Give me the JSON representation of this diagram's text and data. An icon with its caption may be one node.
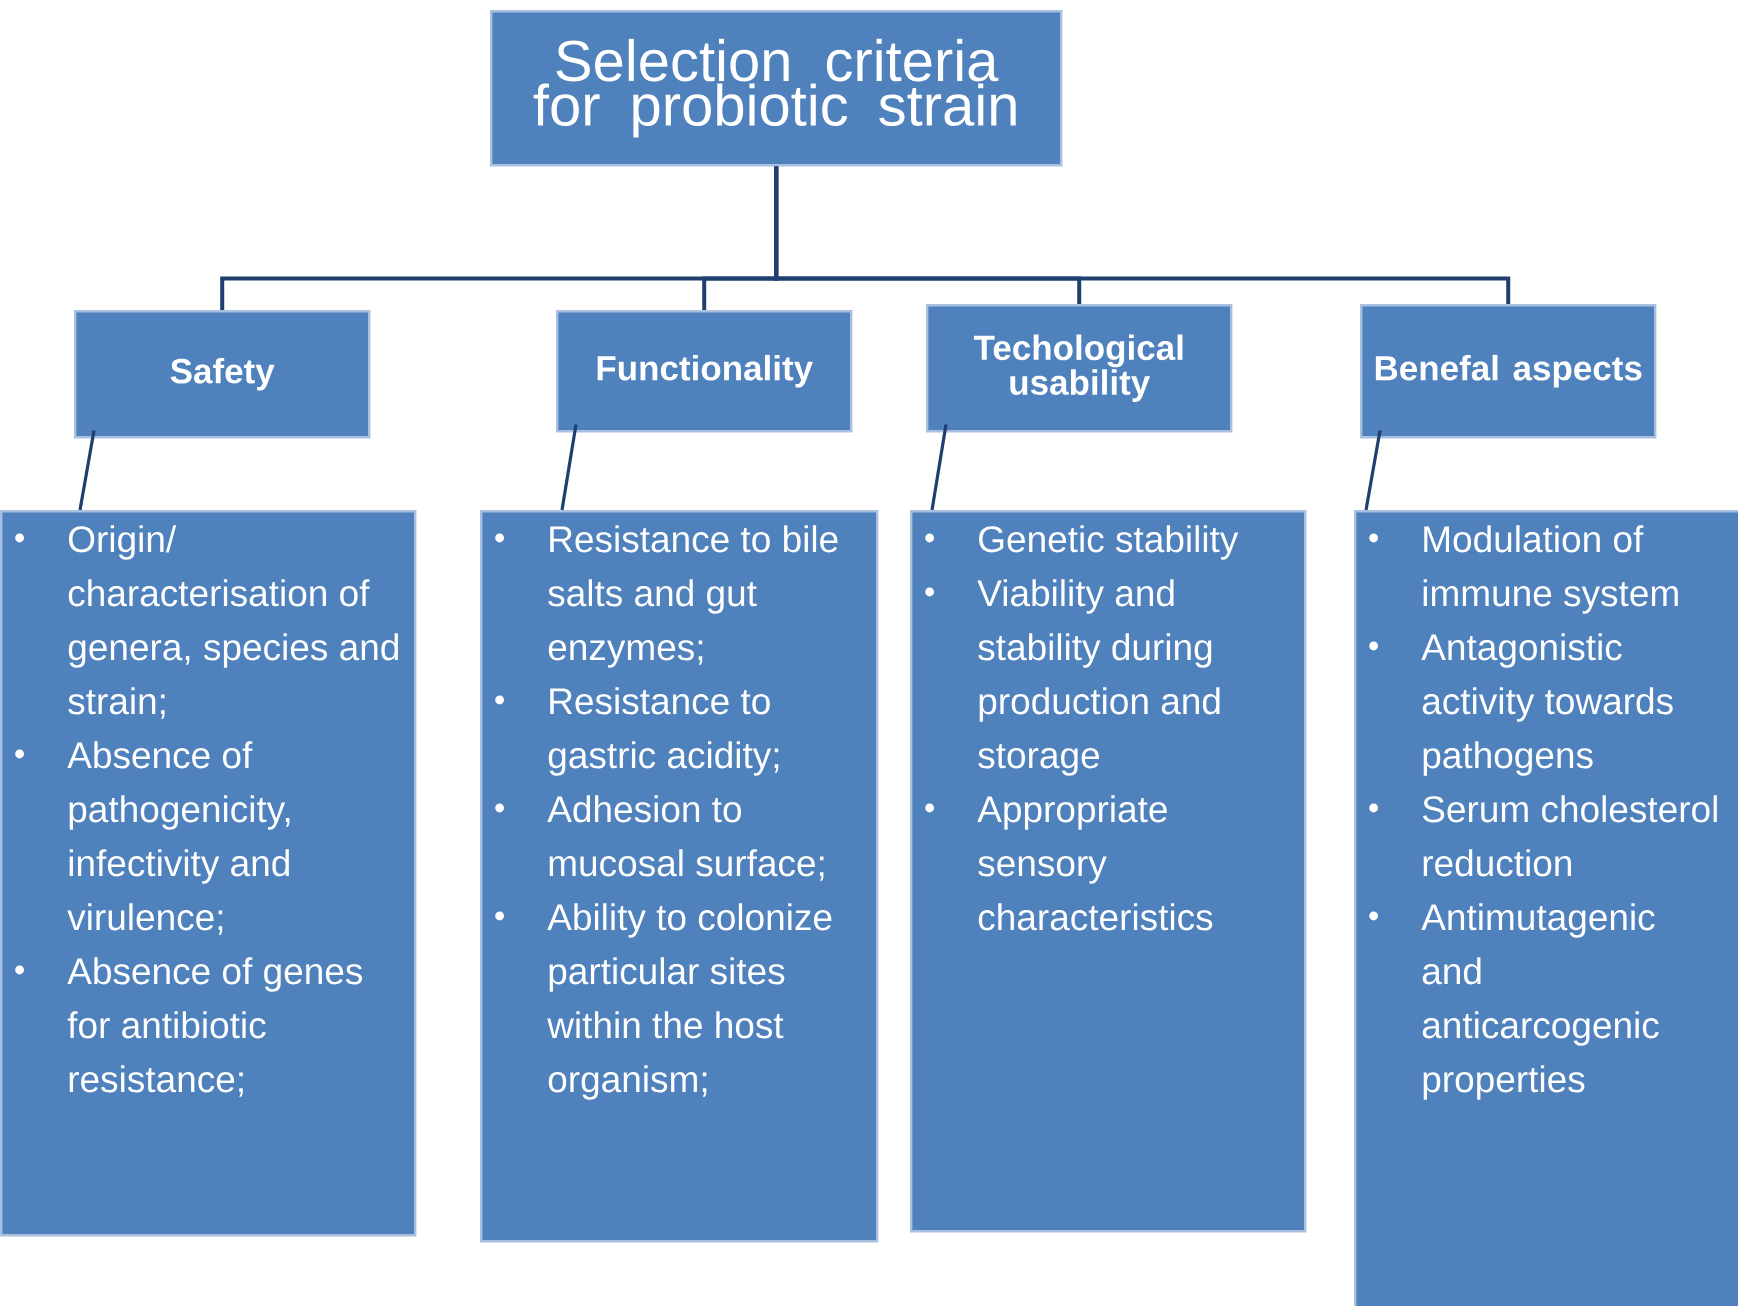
{
  "diagram": {
    "nodes": [
      {
        "text": [
          "Selection criteria for probiotic strain"
        ]
      },
      {
        "text": [
          "Safety"
        ]
      },
      {
        "text": [
          "Functionality"
        ]
      },
      {
        "text": [
          "Techological usability"
        ]
      },
      {
        "text": [
          "Benefal aspects"
        ]
      },
      {
        "text": [
          "Origin/ characterisation of genera, species and strain;",
          "Absence of pathogenicity, infectivity and virulence;",
          "Absence of genes for antibiotic resistance;"
        ]
      },
      {
        "text": [
          "Resistance to bile salts and gut enzymes;",
          "Resistance to gastric acidity;",
          "Adhesion to mucosal surface;",
          "Ability to colonize particular sites within the host organism;"
        ]
      },
      {
        "text": [
          "Genetic stability",
          "Viability and stability during production and storage",
          "Appropriate sensory characteristics"
        ]
      },
      {
        "text": [
          "Modulation of immune system",
          "Antagonistic activity towards pathogens",
          "Serum cholesterol reduction",
          "Antimutagenic and anticarcogenic properties"
        ]
      }
    ],
    "edges": [
      {
        "from": 0,
        "to": 1,
        "arrow": "none"
      },
      {
        "from": 0,
        "to": 2,
        "arrow": "none"
      },
      {
        "from": 0,
        "to": 3,
        "arrow": "none"
      },
      {
        "from": 0,
        "to": 4,
        "arrow": "none"
      },
      {
        "from": 1,
        "to": 5,
        "arrow": "none"
      },
      {
        "from": 2,
        "to": 6,
        "arrow": "none"
      },
      {
        "from": 3,
        "to": 7,
        "arrow": "none"
      },
      {
        "from": 4,
        "to": 8,
        "arrow": "none"
      }
    ]
  }
}
